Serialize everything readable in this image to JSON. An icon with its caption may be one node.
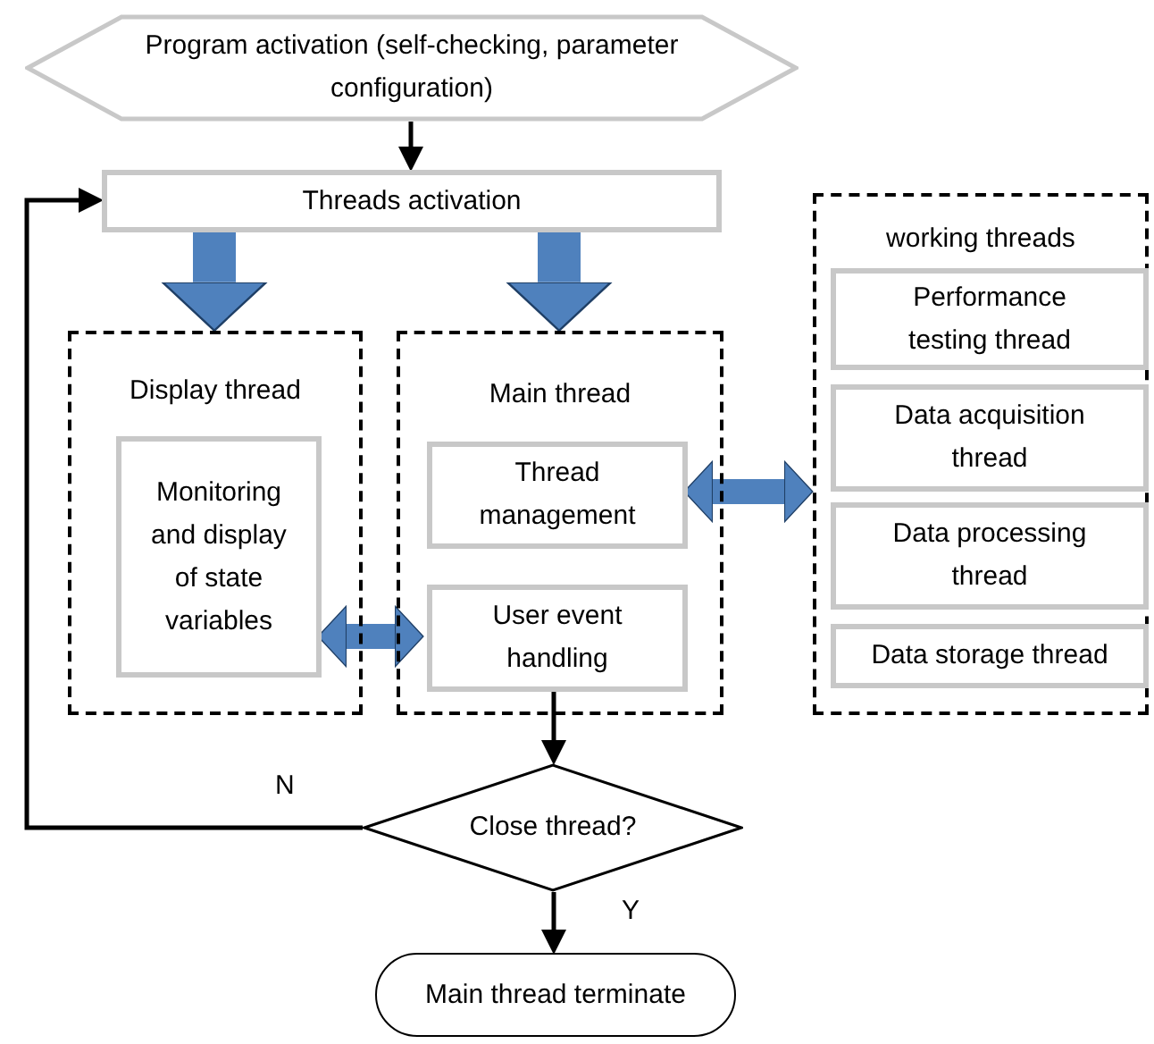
{
  "diagram": {
    "nodes": [
      {
        "text": [
          "Program activation (self-checking, parameter configuration)"
        ]
      },
      {
        "text": [
          "Threads activation"
        ]
      },
      {
        "text": [
          "Display thread"
        ]
      },
      {
        "text": [
          "Monitoring and display of state variables"
        ],
        "in": 2
      },
      {
        "text": [
          "Main thread"
        ]
      },
      {
        "text": [
          "Thread management"
        ],
        "in": 4
      },
      {
        "text": [
          "User event handling"
        ],
        "in": 4
      },
      {
        "text": [
          "working threads"
        ]
      },
      {
        "text": [
          "Performance testing thread"
        ],
        "in": 7
      },
      {
        "text": [
          "Data acquisition thread"
        ],
        "in": 7
      },
      {
        "text": [
          "Data processing thread"
        ],
        "in": 7
      },
      {
        "text": [
          "Data storage thread"
        ],
        "in": 7
      },
      {
        "text": [
          "Close thread?"
        ]
      },
      {
        "text": [
          "Main thread terminate"
        ]
      }
    ],
    "edges": [
      {
        "from": 0,
        "to": 1,
        "arrow": "to"
      },
      {
        "from": 1,
        "to": 2,
        "arrow": "to",
        "style": "thick",
        "color": "#4f81bd"
      },
      {
        "from": 1,
        "to": 4,
        "arrow": "to",
        "style": "thick",
        "color": "#4f81bd"
      },
      {
        "from": 3,
        "to": 6,
        "arrow": "both",
        "style": "thick",
        "color": "#4f81bd"
      },
      {
        "from": 5,
        "to": 7,
        "arrow": "both",
        "style": "thick",
        "color": "#4f81bd"
      },
      {
        "from": 6,
        "to": 12,
        "arrow": "to"
      },
      {
        "from": 12,
        "to": 1,
        "arrow": "to",
        "label": "N"
      },
      {
        "from": 12,
        "to": 13,
        "arrow": "to",
        "label": "Y"
      }
    ]
  }
}
